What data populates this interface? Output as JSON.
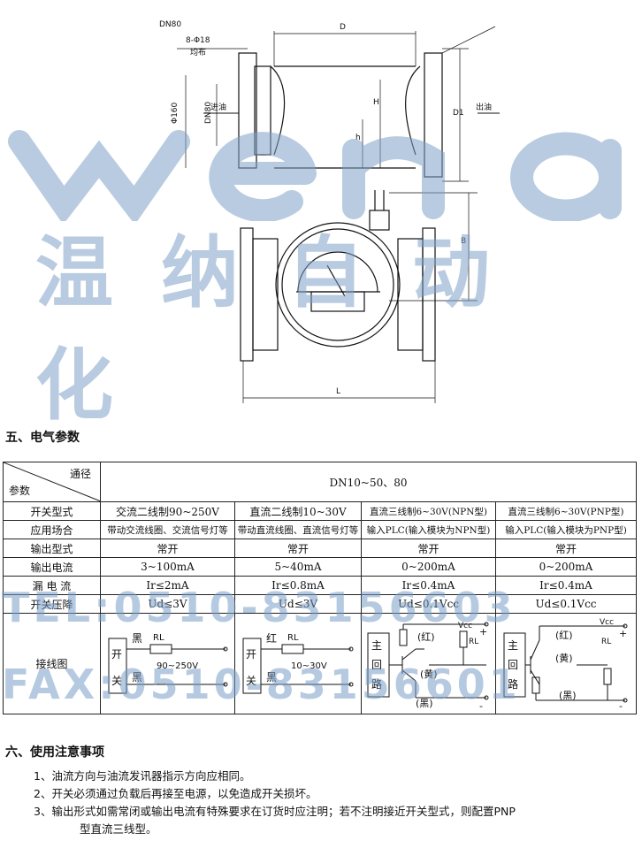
{
  "drawing": {
    "dn_label": "DN80",
    "holes_label": "8-Φ18",
    "holes_label2": "均布",
    "phi_label": "Φ160",
    "dn_inner_label": "DN80",
    "inlet_label": "进油",
    "outlet_label": "出油",
    "dim_D": "D",
    "dim_H": "H",
    "dim_h": "h",
    "dim_D1": "D1",
    "dim_B": "B",
    "dim_L": "L"
  },
  "watermark": {
    "brand": "wena",
    "cn": "温纳自动化",
    "tel": "TEL:0510-83156603",
    "fax": "FAX:0510-83156601"
  },
  "section5": {
    "title": "五、电气参数"
  },
  "table": {
    "corner_top": "通径",
    "corner_bottom": "参数",
    "header_value": "DN10~50、80",
    "rows": [
      {
        "label": "开关型式",
        "cells": [
          "交流二线制90~250V",
          "直流二线制10~30V",
          "直流三线制6~30V(NPN型)",
          "直流三线制6~30V(PNP型)"
        ]
      },
      {
        "label": "应用场合",
        "cells": [
          "带动交流线圈、交流信号灯等",
          "带动直流线圈、直流信号灯等",
          "输入PLC(输入模块为NPN型)",
          "输入PLC(输入模块为PNP型)"
        ]
      },
      {
        "label": "输出型式",
        "cells": [
          "常开",
          "常开",
          "常开",
          "常开"
        ]
      },
      {
        "label": "输出电流",
        "cells": [
          "3~100mA",
          "5~40mA",
          "0~200mA",
          "0~200mA"
        ]
      },
      {
        "label": "漏 电 流",
        "cells": [
          "Ir≤2mA",
          "Ir≤0.8mA",
          "Ir≤0.4mA",
          "Ir≤0.4mA"
        ]
      },
      {
        "label": "开关压降",
        "cells": [
          "Ud≤3V",
          "Ud≤3V",
          "Ud≤0.1Vcc",
          "Ud≤0.1Vcc"
        ]
      }
    ],
    "wiring_label": "接线图",
    "wiring": {
      "ac": {
        "switch": "开关",
        "black": "黑",
        "rl": "RL",
        "voltage": "90~250V",
        "black2": "黑"
      },
      "dc": {
        "switch": "开关",
        "red": "红",
        "rl": "RL",
        "voltage": "10~30V",
        "black": "黑"
      },
      "npn": {
        "main": "主回路",
        "red": "(红)",
        "yellow": "(黄)",
        "black": "(黑)",
        "vcc": "Vcc",
        "rl": "RL",
        "plus": "+",
        "minus": "-"
      },
      "pnp": {
        "main": "主回路",
        "red": "(红)",
        "yellow": "(黄)",
        "black": "(黑)",
        "vcc": "Vcc",
        "rl": "RL",
        "plus": "+",
        "minus": "-"
      }
    }
  },
  "section6": {
    "title": "六、使用注意事项"
  },
  "notes": [
    "1、油流方向与油流发讯器指示方向应相同。",
    "2、开关必须通过负载后再接至电源，以免造成开关损坏。",
    "3、输出形式如需常闭或输出电流有特殊要求在订货时应注明；若不注明接近开关型式，则配置PNP",
    "型直流三线型。"
  ]
}
